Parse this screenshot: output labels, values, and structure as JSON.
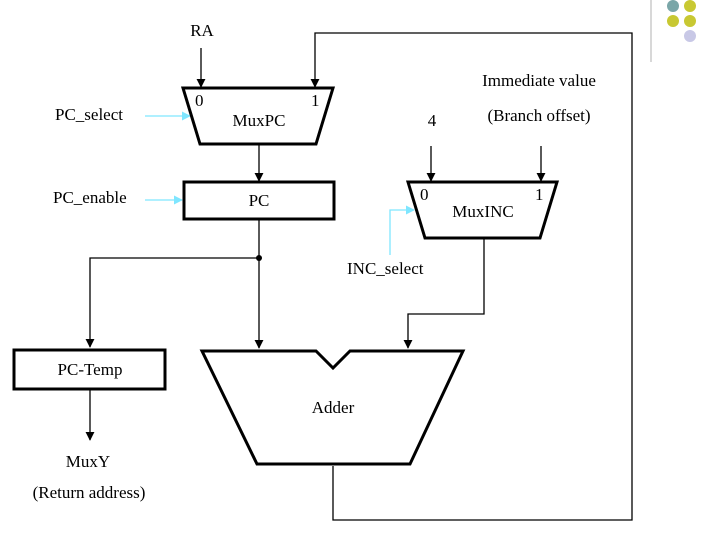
{
  "signals": {
    "ra": "RA",
    "imm_line1": "Immediate value",
    "imm_line2": "(Branch offset)",
    "const_four": "4",
    "pc_select": "PC_select",
    "pc_enable": "PC_enable",
    "inc_select": "INC_select"
  },
  "mux_pc": {
    "label": "MuxPC",
    "in0": "0",
    "in1": "1"
  },
  "mux_inc": {
    "label": "MuxINC",
    "in0": "0",
    "in1": "1"
  },
  "blocks": {
    "pc": "PC",
    "pc_temp": "PC-Temp",
    "adder": "Adder"
  },
  "outputs": {
    "muxy_line1": "MuxY",
    "muxy_line2": "(Return address)"
  },
  "colors": {
    "control_wire": "#7fe6ff",
    "wire": "#000000",
    "dot_teal": "#7aa6a8",
    "dot_olive": "#c8c832",
    "dot_lavender": "#c8c8e6"
  }
}
